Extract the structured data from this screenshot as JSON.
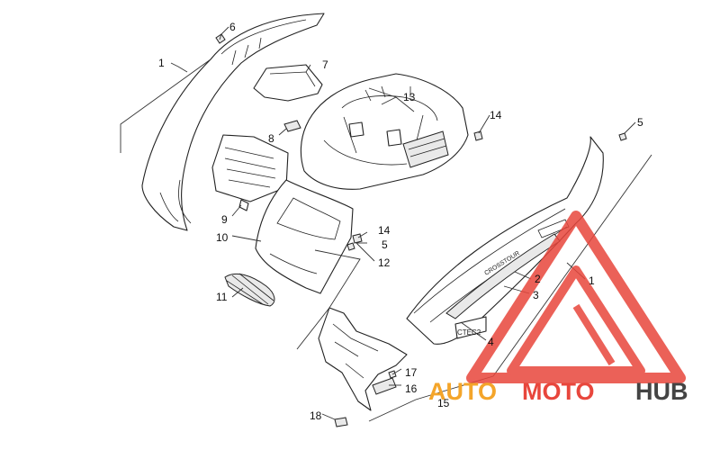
{
  "callouts": {
    "c1a": "1",
    "c6": "6",
    "c7": "7",
    "c8": "8",
    "c9": "9",
    "c10": "10",
    "c11": "11",
    "c12": "12",
    "c13": "13",
    "c14a": "14",
    "c14b": "14",
    "c5a": "5",
    "c5b": "5",
    "c1b": "1",
    "c2": "2",
    "c3": "3",
    "c4": "4",
    "c15": "15",
    "c16": "16",
    "c17": "17",
    "c18": "18"
  },
  "decals": {
    "side_text": "CTEC2",
    "panel_text": "CROSSTOUR"
  },
  "watermark": {
    "auto": "AUTO",
    "moto": "MOTO",
    "hub": "HUB",
    "colors": {
      "triangle": "#e8463c",
      "auto": "#f4a52a",
      "moto": "#e8463c",
      "hub": "#444444"
    }
  }
}
